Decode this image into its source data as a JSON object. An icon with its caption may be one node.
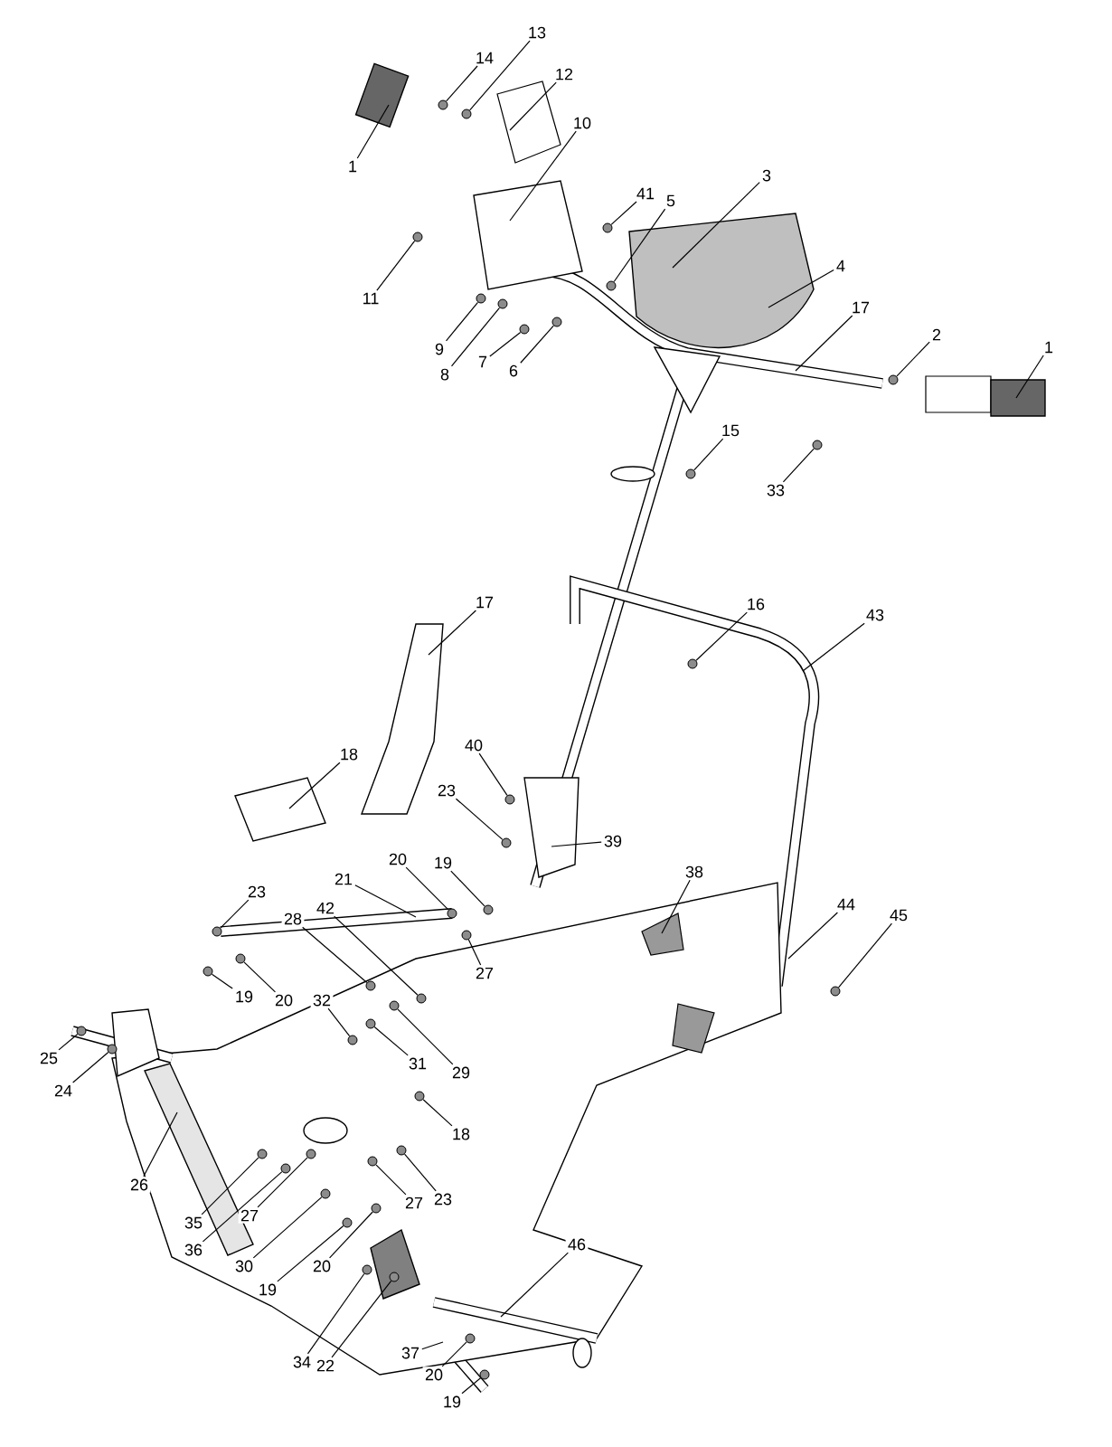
{
  "diagram": {
    "nodes": [
      {
        "text": [
          "13"
        ]
      },
      {
        "text": [
          "14"
        ]
      },
      {
        "text": [
          "12"
        ]
      },
      {
        "text": [
          "10"
        ]
      },
      {
        "text": [
          "1"
        ]
      },
      {
        "text": [
          "3"
        ]
      },
      {
        "text": [
          "41"
        ]
      },
      {
        "text": [
          "5"
        ]
      },
      {
        "text": [
          "4"
        ]
      },
      {
        "text": [
          "11"
        ]
      },
      {
        "text": [
          "17"
        ]
      },
      {
        "text": [
          "2"
        ]
      },
      {
        "text": [
          "1"
        ]
      },
      {
        "text": [
          "9"
        ]
      },
      {
        "text": [
          "7"
        ]
      },
      {
        "text": [
          "6"
        ]
      },
      {
        "text": [
          "8"
        ]
      },
      {
        "text": [
          "15"
        ]
      },
      {
        "text": [
          "33"
        ]
      },
      {
        "text": [
          "17"
        ]
      },
      {
        "text": [
          "16"
        ]
      },
      {
        "text": [
          "43"
        ]
      },
      {
        "text": [
          "40"
        ]
      },
      {
        "text": [
          "18"
        ]
      },
      {
        "text": [
          "23"
        ]
      },
      {
        "text": [
          "39"
        ]
      },
      {
        "text": [
          "20"
        ]
      },
      {
        "text": [
          "19"
        ]
      },
      {
        "text": [
          "38"
        ]
      },
      {
        "text": [
          "21"
        ]
      },
      {
        "text": [
          "23"
        ]
      },
      {
        "text": [
          "44"
        ]
      },
      {
        "text": [
          "42"
        ]
      },
      {
        "text": [
          "45"
        ]
      },
      {
        "text": [
          "28"
        ]
      },
      {
        "text": [
          "27"
        ]
      },
      {
        "text": [
          "19"
        ]
      },
      {
        "text": [
          "20"
        ]
      },
      {
        "text": [
          "32"
        ]
      },
      {
        "text": [
          "25"
        ]
      },
      {
        "text": [
          "31"
        ]
      },
      {
        "text": [
          "29"
        ]
      },
      {
        "text": [
          "24"
        ]
      },
      {
        "text": [
          "18"
        ]
      },
      {
        "text": [
          "26"
        ]
      },
      {
        "text": [
          "27"
        ]
      },
      {
        "text": [
          "23"
        ]
      },
      {
        "text": [
          "27"
        ]
      },
      {
        "text": [
          "35"
        ]
      },
      {
        "text": [
          "46"
        ]
      },
      {
        "text": [
          "36"
        ]
      },
      {
        "text": [
          "30"
        ]
      },
      {
        "text": [
          "20"
        ]
      },
      {
        "text": [
          "19"
        ]
      },
      {
        "text": [
          "37"
        ]
      },
      {
        "text": [
          "34"
        ]
      },
      {
        "text": [
          "22"
        ]
      },
      {
        "text": [
          "20"
        ]
      },
      {
        "text": [
          "19"
        ]
      },
      {
        "text": [],
        "shape": "circle"
      },
      {
        "text": [],
        "shape": "circle"
      },
      {
        "text": [],
        "shape": "circle"
      },
      {
        "text": [],
        "shape": "circle"
      },
      {
        "text": [],
        "shape": "circle"
      },
      {
        "text": [],
        "shape": "circle"
      },
      {
        "text": [],
        "shape": "circle"
      },
      {
        "text": [],
        "shape": "circle"
      },
      {
        "text": [],
        "shape": "circle"
      },
      {
        "text": [],
        "shape": "circle"
      },
      {
        "text": [],
        "shape": "circle"
      },
      {
        "text": [],
        "shape": "circle"
      },
      {
        "text": [],
        "shape": "circle"
      },
      {
        "text": [],
        "shape": "circle"
      },
      {
        "text": [],
        "shape": "circle"
      },
      {
        "text": [],
        "shape": "circle"
      },
      {
        "text": [],
        "shape": "circle"
      },
      {
        "text": [],
        "shape": "circle"
      },
      {
        "text": [],
        "shape": "circle"
      },
      {
        "text": [],
        "shape": "circle"
      },
      {
        "text": [],
        "shape": "circle"
      },
      {
        "text": [],
        "shape": "circle"
      },
      {
        "text": [],
        "shape": "circle"
      },
      {
        "text": [],
        "shape": "circle"
      },
      {
        "text": [],
        "shape": "circle"
      },
      {
        "text": [],
        "shape": "circle"
      },
      {
        "text": [],
        "shape": "circle"
      },
      {
        "text": [],
        "shape": "circle"
      },
      {
        "text": [],
        "shape": "circle"
      },
      {
        "text": [],
        "shape": "circle"
      },
      {
        "text": [],
        "shape": "circle"
      },
      {
        "text": [],
        "shape": "circle"
      },
      {
        "text": [],
        "shape": "circle"
      },
      {
        "text": [],
        "shape": "circle"
      },
      {
        "text": [],
        "shape": "circle"
      },
      {
        "text": [],
        "shape": "circle"
      },
      {
        "text": [],
        "shape": "circle"
      },
      {
        "text": [],
        "shape": "circle"
      },
      {
        "text": [],
        "shape": "circle"
      },
      {
        "text": [],
        "shape": "circle"
      },
      {
        "text": [],
        "shape": "circle"
      },
      {
        "text": [],
        "shape": "circle"
      }
    ],
    "edges": [
      {
        "from": 0,
        "to": 59,
        "arrow": "none"
      },
      {
        "from": 1,
        "to": 60,
        "arrow": "none"
      },
      {
        "from": 2,
        "to": null,
        "arrow": "none"
      },
      {
        "from": 3,
        "to": null,
        "arrow": "none"
      },
      {
        "from": 4,
        "to": null,
        "arrow": "none"
      },
      {
        "from": 5,
        "to": null,
        "arrow": "none"
      },
      {
        "from": 6,
        "to": 61,
        "arrow": "none"
      },
      {
        "from": 7,
        "to": 62,
        "arrow": "none"
      },
      {
        "from": 8,
        "to": null,
        "arrow": "none"
      },
      {
        "from": 9,
        "to": 63,
        "arrow": "none"
      },
      {
        "from": 10,
        "to": null,
        "arrow": "none"
      },
      {
        "from": 11,
        "to": 64,
        "arrow": "none"
      },
      {
        "from": 12,
        "to": null,
        "arrow": "none"
      },
      {
        "from": 13,
        "to": 65,
        "arrow": "none"
      },
      {
        "from": 14,
        "to": 66,
        "arrow": "none"
      },
      {
        "from": 15,
        "to": 67,
        "arrow": "none"
      },
      {
        "from": 16,
        "to": 68,
        "arrow": "none"
      },
      {
        "from": 17,
        "to": 69,
        "arrow": "none"
      },
      {
        "from": 18,
        "to": 70,
        "arrow": "none"
      },
      {
        "from": 19,
        "to": null,
        "arrow": "none"
      },
      {
        "from": 20,
        "to": 71,
        "arrow": "none"
      },
      {
        "from": 21,
        "to": null,
        "arrow": "none"
      },
      {
        "from": 22,
        "to": 72,
        "arrow": "none"
      },
      {
        "from": 23,
        "to": null,
        "arrow": "none"
      },
      {
        "from": 24,
        "to": 73,
        "arrow": "none"
      },
      {
        "from": 25,
        "to": null,
        "arrow": "none"
      },
      {
        "from": 26,
        "to": 74,
        "arrow": "none"
      },
      {
        "from": 27,
        "to": 75,
        "arrow": "none"
      },
      {
        "from": 28,
        "to": null,
        "arrow": "none"
      },
      {
        "from": 29,
        "to": null,
        "arrow": "none"
      },
      {
        "from": 30,
        "to": 76,
        "arrow": "none"
      },
      {
        "from": 31,
        "to": null,
        "arrow": "none"
      },
      {
        "from": 32,
        "to": 77,
        "arrow": "none"
      },
      {
        "from": 33,
        "to": 78,
        "arrow": "none"
      },
      {
        "from": 34,
        "to": 79,
        "arrow": "none"
      },
      {
        "from": 35,
        "to": 80,
        "arrow": "none"
      },
      {
        "from": 36,
        "to": 81,
        "arrow": "none"
      },
      {
        "from": 37,
        "to": 82,
        "arrow": "none"
      },
      {
        "from": 38,
        "to": 83,
        "arrow": "none"
      },
      {
        "from": 39,
        "to": 84,
        "arrow": "none"
      },
      {
        "from": 40,
        "to": 85,
        "arrow": "none"
      },
      {
        "from": 41,
        "to": 86,
        "arrow": "none"
      },
      {
        "from": 42,
        "to": 87,
        "arrow": "none"
      },
      {
        "from": 43,
        "to": 88,
        "arrow": "none"
      },
      {
        "from": 44,
        "to": null,
        "arrow": "none"
      },
      {
        "from": 45,
        "to": 89,
        "arrow": "none"
      },
      {
        "from": 46,
        "to": 90,
        "arrow": "none"
      },
      {
        "from": 47,
        "to": 91,
        "arrow": "none"
      },
      {
        "from": 48,
        "to": 92,
        "arrow": "none"
      },
      {
        "from": 49,
        "to": null,
        "arrow": "none"
      },
      {
        "from": 50,
        "to": 93,
        "arrow": "none"
      },
      {
        "from": 51,
        "to": 94,
        "arrow": "none"
      },
      {
        "from": 52,
        "to": 95,
        "arrow": "none"
      },
      {
        "from": 53,
        "to": 96,
        "arrow": "none"
      },
      {
        "from": 54,
        "to": null,
        "arrow": "none"
      },
      {
        "from": 55,
        "to": 97,
        "arrow": "none"
      },
      {
        "from": 56,
        "to": 98,
        "arrow": "none"
      },
      {
        "from": 57,
        "to": 99,
        "arrow": "none"
      },
      {
        "from": 58,
        "to": 100,
        "arrow": "none"
      }
    ]
  }
}
